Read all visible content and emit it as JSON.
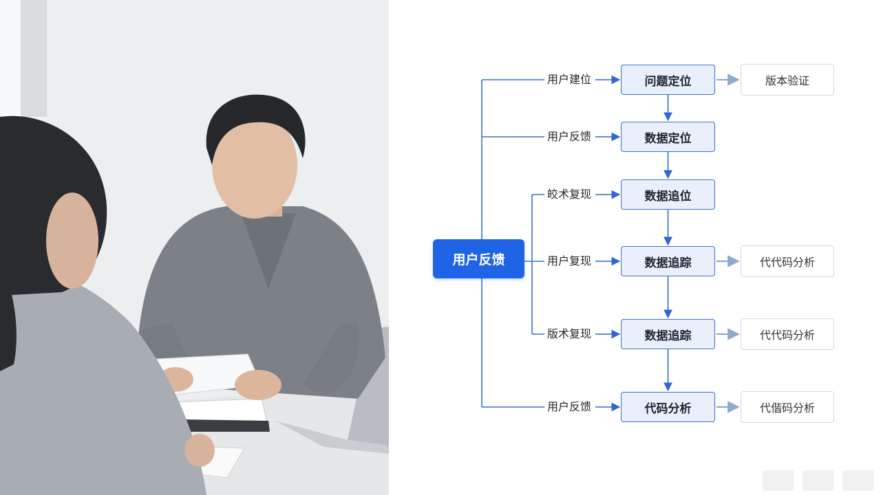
{
  "diagram": {
    "root": {
      "label": "用户反馈"
    },
    "steps": [
      {
        "label": "问题定位",
        "input": "用户建位",
        "output": "版本验证"
      },
      {
        "label": "数据定位",
        "input": "用户反馈",
        "output": ""
      },
      {
        "label": "数据追位",
        "input": "皎术复现",
        "output": ""
      },
      {
        "label": "数据追踪",
        "input": "用户复现",
        "output": "代代码分析"
      },
      {
        "label": "数据追踪",
        "input": "版术复现",
        "output": "代代码分析"
      },
      {
        "label": "代码分析",
        "input": "用户反馈",
        "output": "代偕码分析"
      }
    ]
  },
  "colors": {
    "primary": "#1f64e6",
    "step_fill": "#e9f0fb",
    "step_border": "#3f6fc8",
    "connector": "#3a6fd0",
    "output_arrow": "#8fa9cf",
    "output_border": "#d4d7dc"
  }
}
